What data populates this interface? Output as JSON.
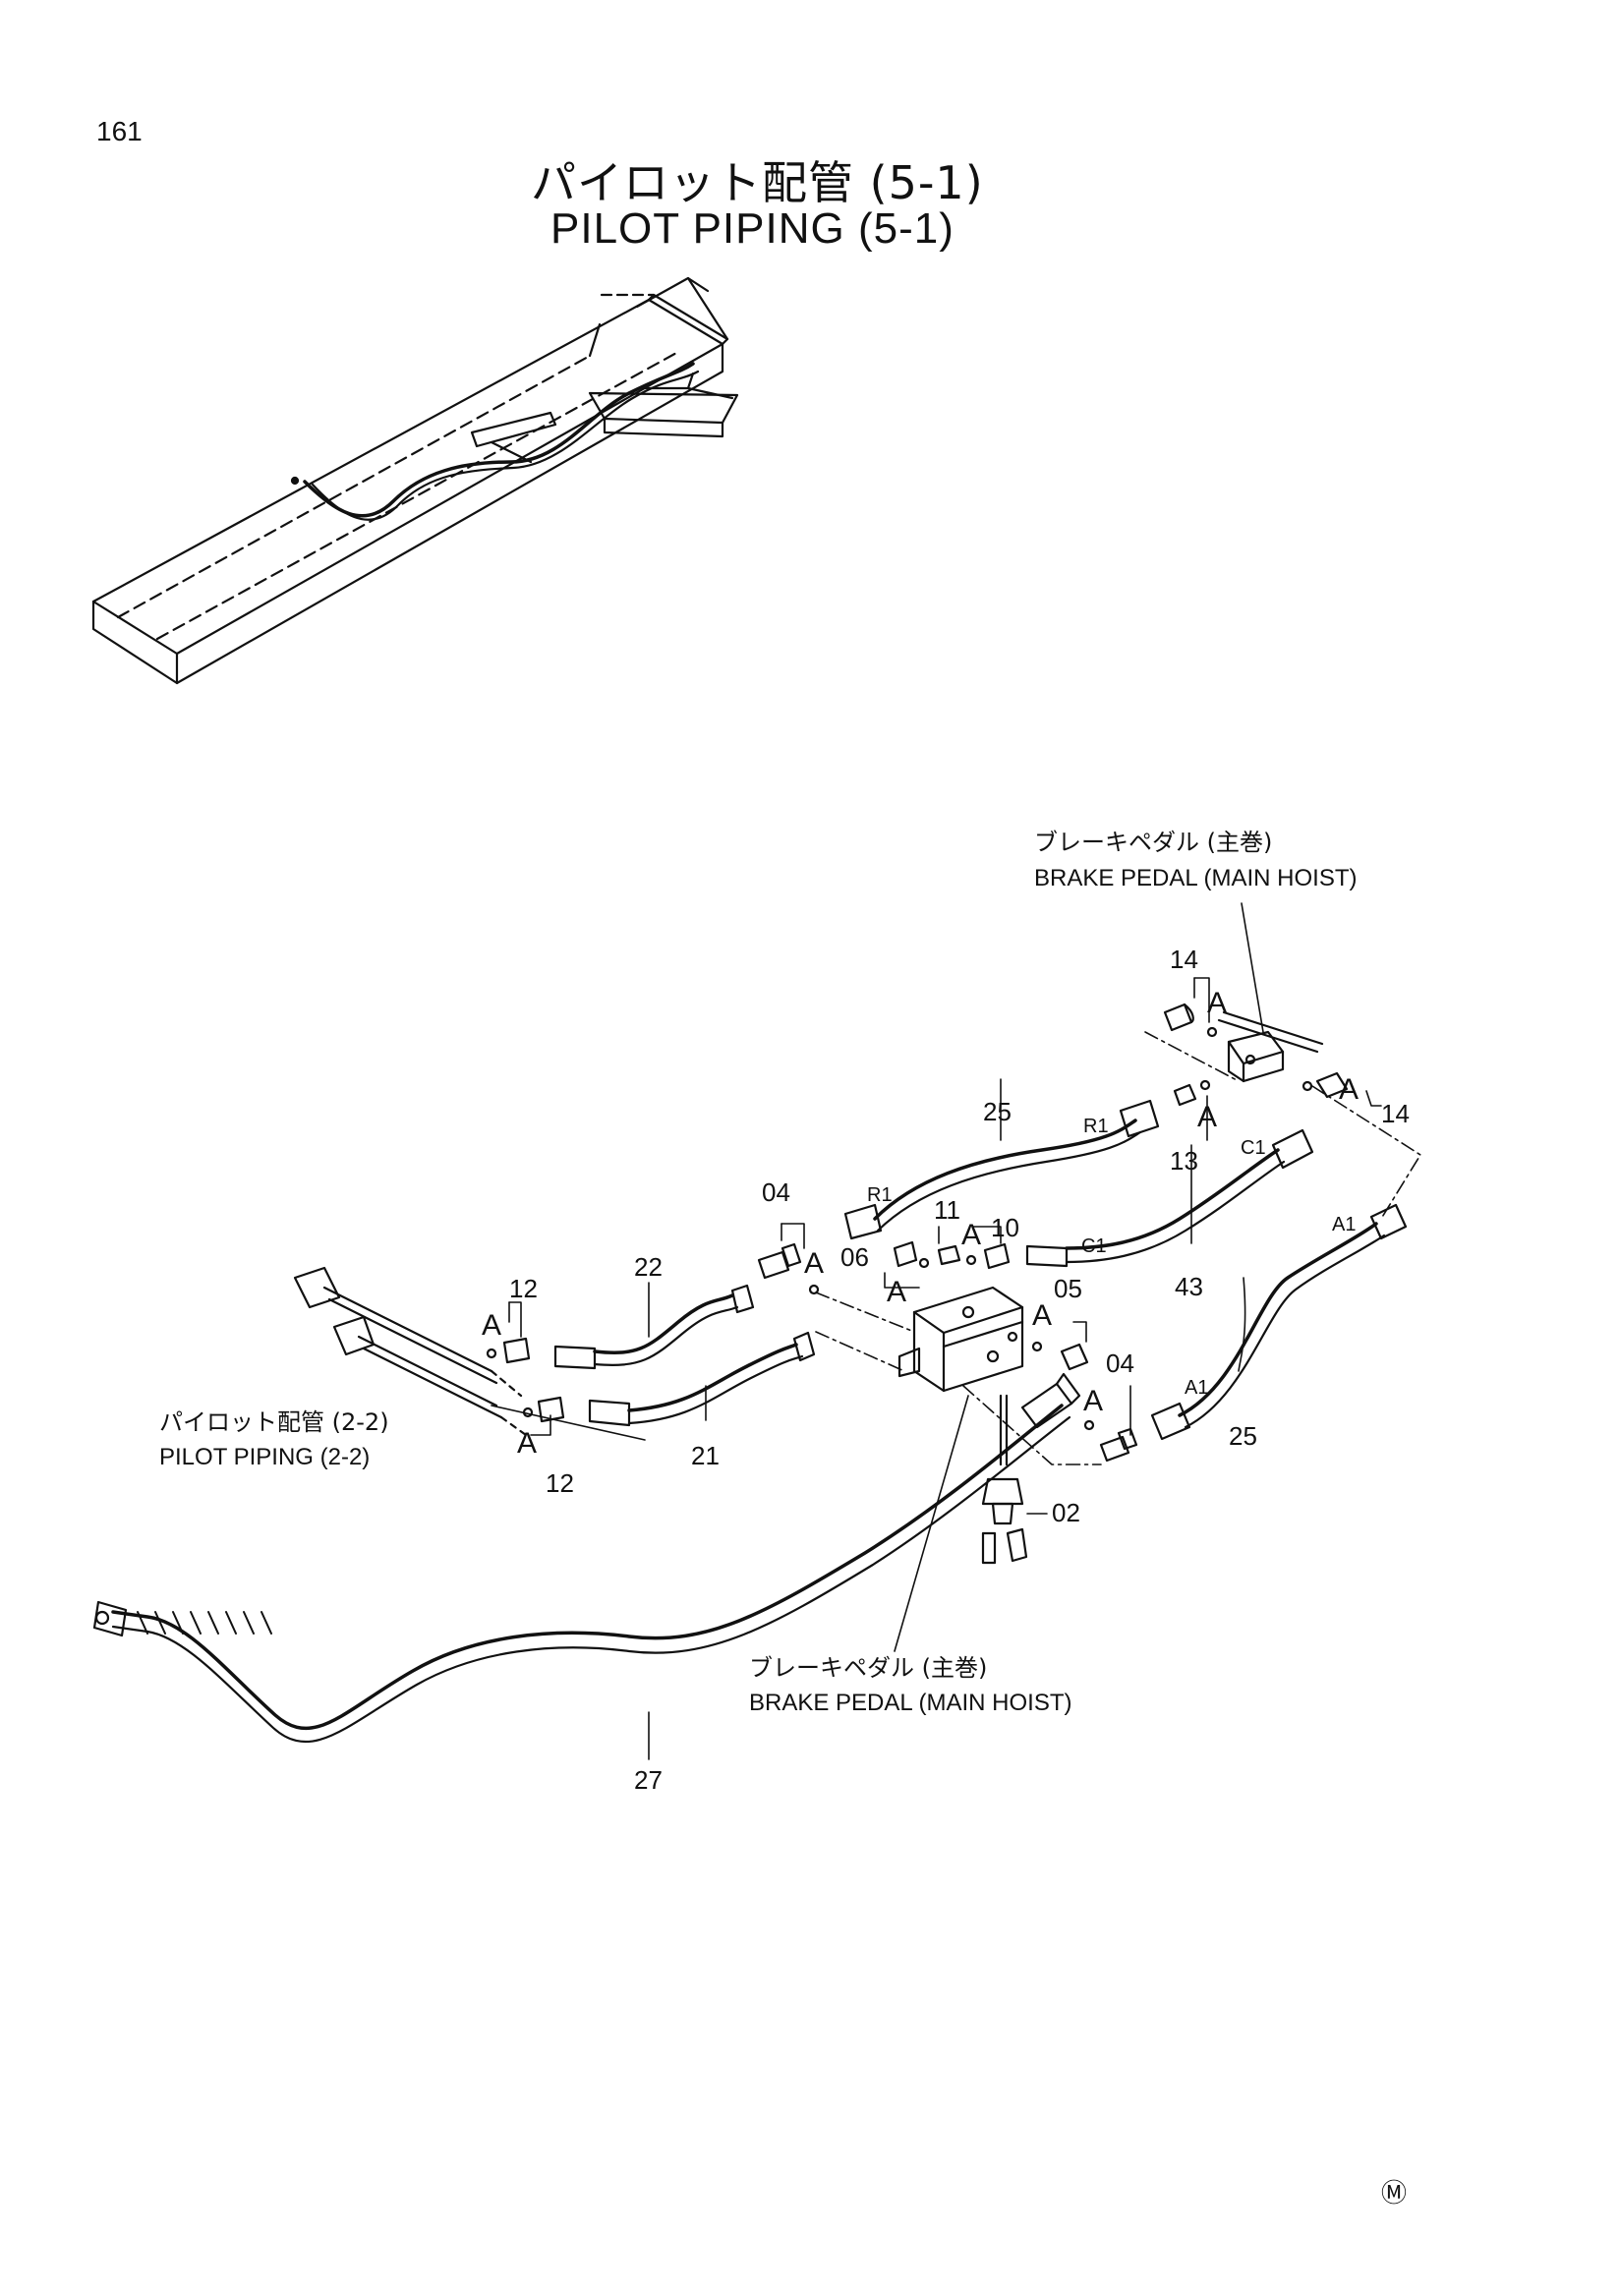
{
  "page_number": "161",
  "title_jp": "パイロット配管 (5-1)",
  "title_en": "PILOT PIPING (5-1)",
  "callouts": {
    "brake_pedal_top_jp": "ブレーキペダル (主巻)",
    "brake_pedal_top_en": "BRAKE PEDAL (MAIN HOIST)",
    "brake_pedal_bottom_jp": "ブレーキペダル (主巻)",
    "brake_pedal_bottom_en": "BRAKE PEDAL (MAIN HOIST)",
    "pilot_piping_jp": "パイロット配管 (2-2)",
    "pilot_piping_en": "PILOT PIPING (2-2)"
  },
  "part_numbers": {
    "p14_top": "14",
    "p14_right": "14",
    "p13": "13",
    "p25_top": "25",
    "p43": "43",
    "p04_left": "04",
    "p10": "10",
    "p11": "11",
    "p06": "06",
    "p05": "05",
    "p04_right": "04",
    "p25_right": "25",
    "p12_top": "12",
    "p12_bottom": "12",
    "p22": "22",
    "p21": "21",
    "p02": "02",
    "p27": "27"
  },
  "port_tags": {
    "r1_left": "R1",
    "r1_right": "R1",
    "c1_top": "C1",
    "c1_mid": "C1",
    "a1_right": "A1",
    "a1_mid": "A1"
  },
  "a_marker": "A",
  "corner_mark": "Ⓜ"
}
